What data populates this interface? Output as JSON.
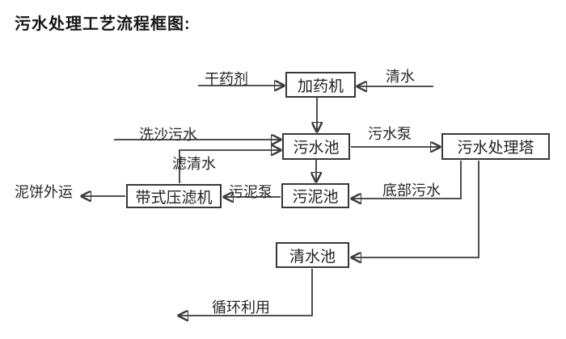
{
  "title": "污水处理工艺流程框图:",
  "diagram": {
    "nodes": {
      "dosing_machine": "加药机",
      "sewage_pool": "污水池",
      "treatment_tower": "污水处理塔",
      "sludge_pool": "污泥池",
      "belt_filter_press": "带式压滤机",
      "clean_water_pool": "清水池"
    },
    "edge_labels": {
      "dry_chemical": "干药剂",
      "clean_water": "清水",
      "sand_washing_sewage": "洗沙污水",
      "sewage_pump": "污水泵",
      "filtered_water": "滤清水",
      "sludge_pump": "污泥泵",
      "bottom_sewage": "底部污水",
      "mud_cake_out": "泥饼外运",
      "recycle": "循环利用"
    },
    "colors": {
      "line": "#3a3a3a",
      "text": "#222222",
      "background": "#ffffff"
    }
  }
}
